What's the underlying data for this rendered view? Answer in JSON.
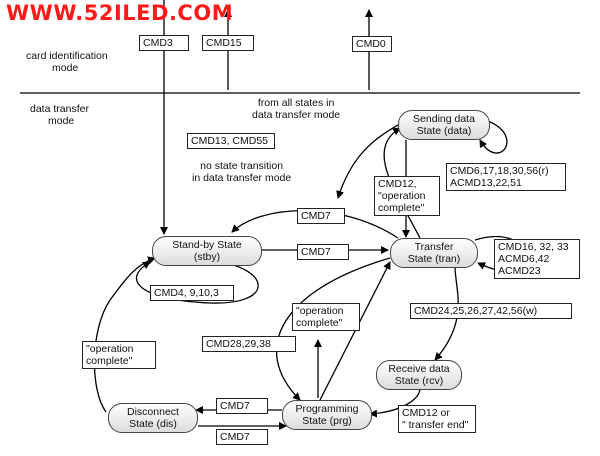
{
  "watermark": "WWW.52ILED.COM",
  "modes": {
    "card_id": [
      "card identification",
      "mode"
    ],
    "data_transfer": [
      "data transfer",
      "mode"
    ],
    "from_all_states": [
      "from all states in",
      "data transfer mode"
    ],
    "no_transition": [
      "no state transition",
      "in data transfer mode"
    ]
  },
  "states": {
    "sending": [
      "Sending data",
      "State (data)"
    ],
    "standby": [
      "Stand-by State",
      "(stby)"
    ],
    "transfer": [
      "Transfer",
      "State (tran)"
    ],
    "receive": [
      "Receive data",
      "State (rcv)"
    ],
    "programming": [
      "Programming",
      "State (prg)"
    ],
    "disconnect": [
      "Disconnect",
      "State (dis)"
    ]
  },
  "commands": {
    "cmd3": "CMD3",
    "cmd15": "CMD15",
    "cmd0": "CMD0",
    "cmd13_55": "CMD13, CMD55",
    "cmd12_opc": "CMD12,\n\"operation\ncomplete\"",
    "cmd6_group": "CMD6,17,18,30,56(r)\nACMD13,22,51",
    "cmd7_a": "CMD7",
    "cmd7_b": "CMD7",
    "cmd16_group": "CMD16, 32, 33\nACMD6,42\nACMD23",
    "cmd4_group": "CMD4, 9,10,3",
    "op_complete_a": "\"operation\ncomplete\"",
    "cmd24_group": "CMD24,25,26,27,42,56(w)",
    "cmd28_group": "CMD28,29,38",
    "op_complete_b": "\"operation\ncomplete\"",
    "cmd7_c": "CMD7",
    "cmd7_d": "CMD7",
    "cmd12_tend": "CMD12 or\n\" transfer end\""
  }
}
